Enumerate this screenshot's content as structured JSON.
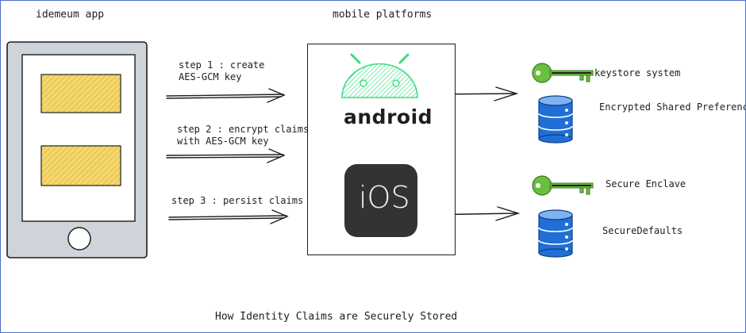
{
  "headings": {
    "app": "idemeum app",
    "platforms": "mobile platforms"
  },
  "steps": [
    {
      "line1": "step 1 : create",
      "line2": "AES-GCM key"
    },
    {
      "line1": "step 2 : encrypt claims",
      "line2": "with AES-GCM key"
    },
    {
      "line1": "step 3 : persist claims",
      "line2": ""
    }
  ],
  "platforms": {
    "android_label": "android",
    "ios_label": "iOS"
  },
  "storage": {
    "android": {
      "key_label": "keystore system",
      "db_label": "Encrypted Shared Preference"
    },
    "ios": {
      "key_label": "Secure Enclave",
      "db_label": "SecureDefaults"
    }
  },
  "footer": {
    "caption": "How Identity Claims are Securely Stored"
  },
  "colors": {
    "phone_fill": "#ced4da",
    "screen_fill": "#ffffff",
    "card_fill": "#f5d76e",
    "card_stroke": "#c9a227",
    "android_green": "#3ddc84",
    "ios_tile": "#333333",
    "key_green": "#6bbf3f",
    "db_blue": "#1f6fd6",
    "stroke": "#1e1e1e"
  },
  "icons": [
    "android-robot-icon",
    "ios-tile-icon",
    "key-icon",
    "database-icon"
  ]
}
